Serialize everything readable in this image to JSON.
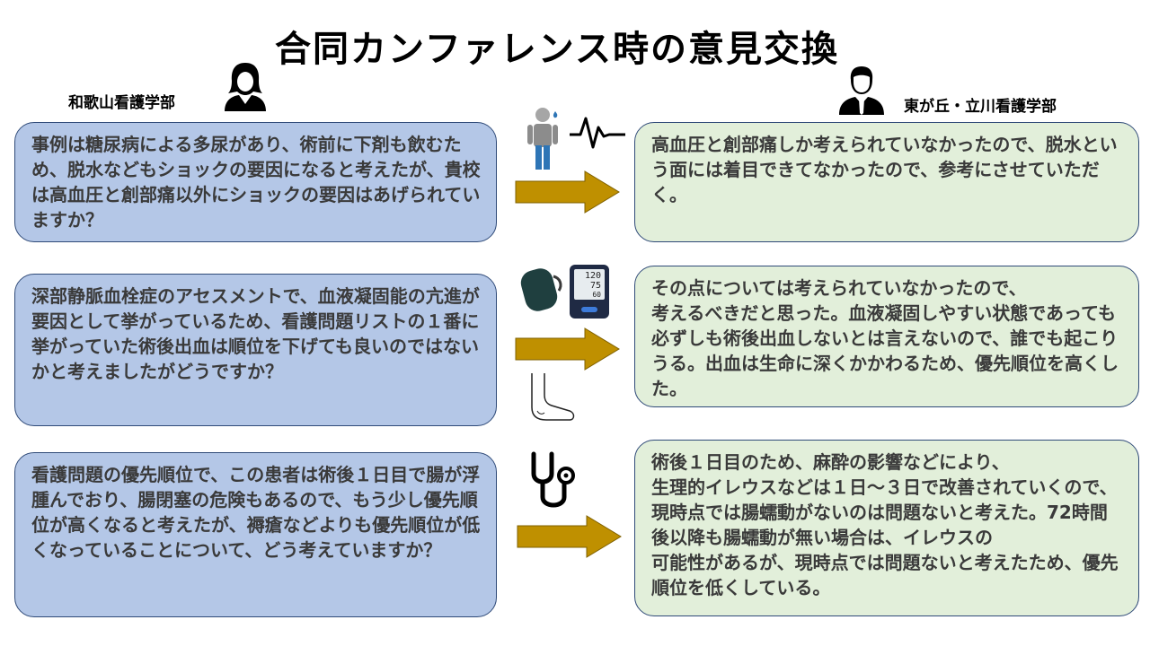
{
  "title": "合同カンファレンス時の意見交換",
  "left_school": "和歌山看護学部",
  "right_school": "東が丘・立川看護学部",
  "exchanges": [
    {
      "question": "事例は糖尿病による多尿があり、術前に下剤も飲むため、脱水などもショックの要因になると考えたが、貴校は高血圧と創部痛以外にショックの要因はあげられていますか？",
      "answer": "高血圧と創部痛しか考えられていなかったので、脱水という面には着目できてなかったので、参考にさせていただく。"
    },
    {
      "question": "深部静脈血栓症のアセスメントで、血液凝固能の亢進が要因として挙がっているため、看護問題リストの１番に挙がっていた術後出血は順位を下げても良いのではないかと考えましたがどうですか？",
      "answer": "その点については考えられていなかったので、\n考えるべきだと思った。血液凝固しやすい状態であっても必ずしも術後出血しないとは言えないので、誰でも起こりうる。出血は生命に深くかかわるため、優先順位を高くした。"
    },
    {
      "question": "看護問題の優先順位で、この患者は術後１日目で腸が浮腫んでおり、腸閉塞の危険もあるので、もう少し優先順位が高くなると考えたが、褥瘡などよりも優先順位が低くなっていることについて、どう考えていますか？",
      "answer": "術後１日目のため、麻酔の影響などにより、\n生理的イレウスなどは１日～３日で改善されていくので、現時点では腸蠕動がないのは問題ないと考えた。72時間後以降も腸蠕動が無い場合は、イレウスの\n可能性があるが、現時点では問題ないと考えたため、優先順位を低くしている。"
    }
  ],
  "monitor_readings": [
    "120",
    "75",
    "60"
  ],
  "icons": [
    "female-person-icon",
    "male-person-icon",
    "patient-sweat-icon",
    "heartbeat-icon",
    "bp-cuff-icon",
    "bp-monitor-icon",
    "foot-icon",
    "stethoscope-icon",
    "arrow-right-icon"
  ],
  "colors": {
    "question_bg": "#b4c7e7",
    "answer_bg": "#e2efda",
    "arrow": "#bf9000",
    "border": "#2f4a78"
  }
}
